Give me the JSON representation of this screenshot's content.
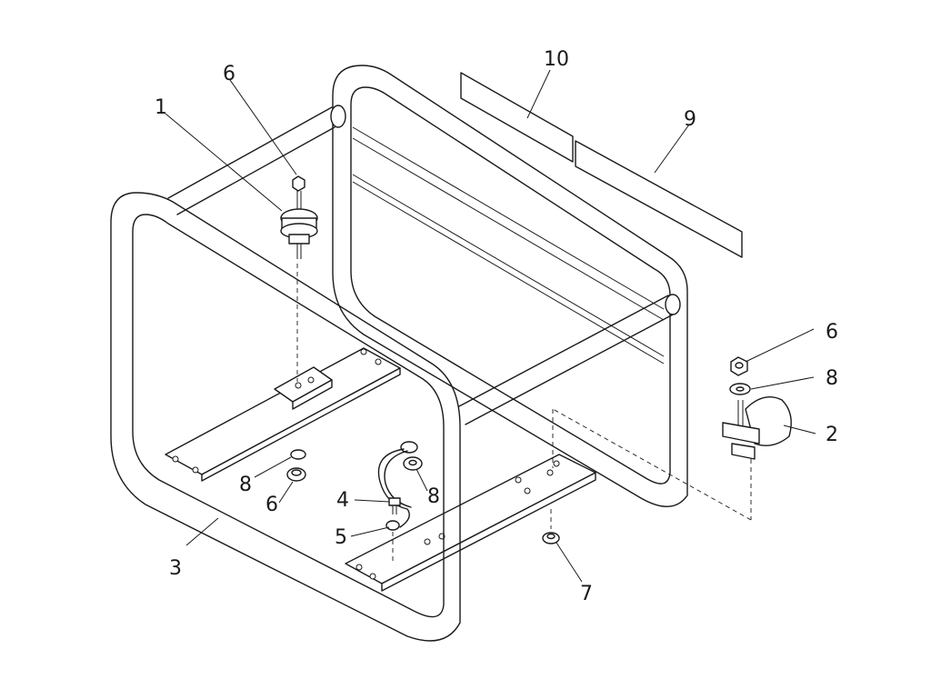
{
  "callouts": [
    {
      "id": "c1",
      "text": "1"
    },
    {
      "id": "c2",
      "text": "2"
    },
    {
      "id": "c3",
      "text": "3"
    },
    {
      "id": "c4",
      "text": "4"
    },
    {
      "id": "c5",
      "text": "5"
    },
    {
      "id": "c6a",
      "text": "6"
    },
    {
      "id": "c6b",
      "text": "6"
    },
    {
      "id": "c6c",
      "text": "6"
    },
    {
      "id": "c7",
      "text": "7"
    },
    {
      "id": "c8a",
      "text": "8"
    },
    {
      "id": "c8b",
      "text": "8"
    },
    {
      "id": "c8c",
      "text": "8"
    },
    {
      "id": "c9",
      "text": "9"
    },
    {
      "id": "c10",
      "text": "10"
    }
  ],
  "colors": {
    "line": "#1a1a1a",
    "background": "#ffffff"
  }
}
